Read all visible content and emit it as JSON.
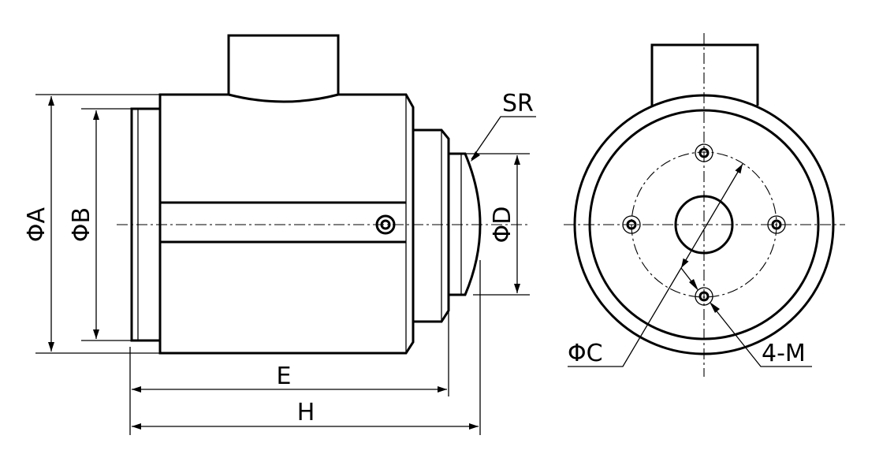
{
  "labels": {
    "phi_a": "ΦA",
    "phi_b": "ΦB",
    "phi_c": "ΦC",
    "phi_d": "ΦD",
    "sr": "SR",
    "e": "E",
    "h": "H",
    "four_m": "4-M"
  }
}
